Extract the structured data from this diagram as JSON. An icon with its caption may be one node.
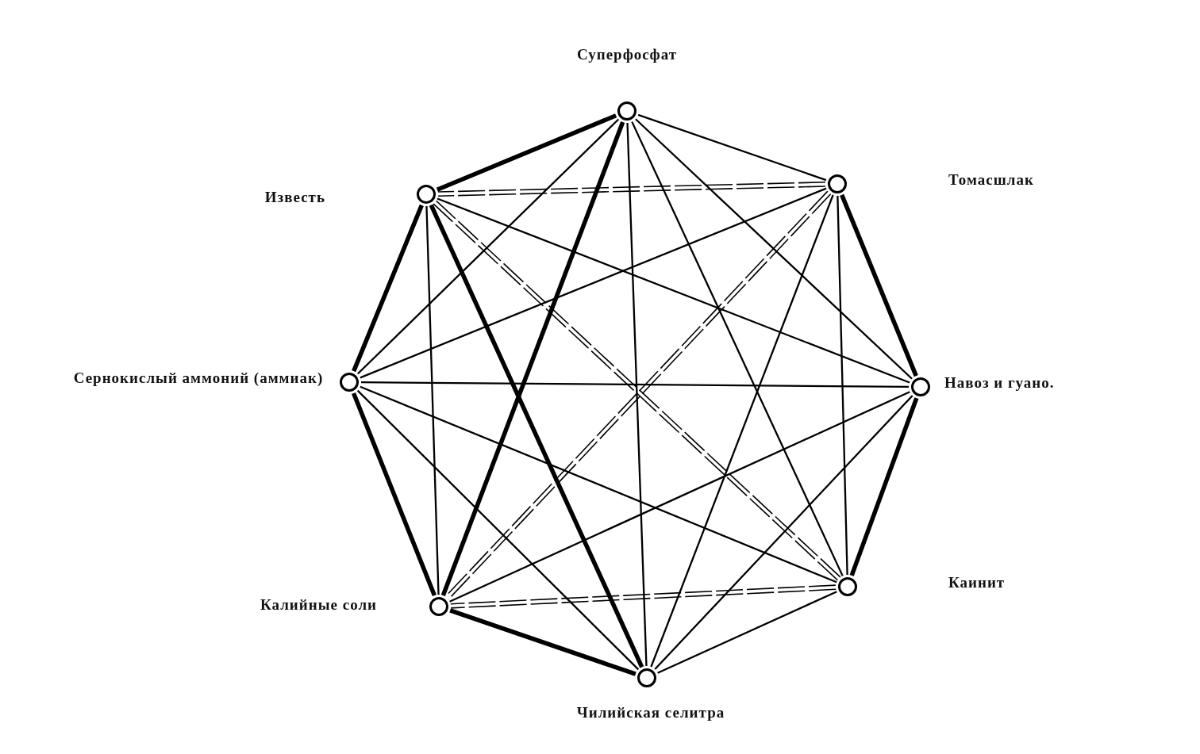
{
  "diagram": {
    "nodes": [
      {
        "text": [],
        "shape": "circle"
      },
      {
        "text": [],
        "shape": "circle"
      },
      {
        "text": [],
        "shape": "circle"
      },
      {
        "text": [],
        "shape": "circle"
      },
      {
        "text": [],
        "shape": "circle"
      },
      {
        "text": [],
        "shape": "circle"
      },
      {
        "text": [],
        "shape": "circle"
      },
      {
        "text": [],
        "shape": "circle"
      }
    ],
    "edges": [
      {
        "from": 0,
        "to": 1,
        "arrow": "none"
      },
      {
        "from": 0,
        "to": 2,
        "arrow": "none"
      },
      {
        "from": 0,
        "to": 3,
        "arrow": "none"
      },
      {
        "from": 0,
        "to": 4,
        "arrow": "none"
      },
      {
        "from": 0,
        "to": 5,
        "arrow": "none",
        "style": "thick"
      },
      {
        "from": 0,
        "to": 6,
        "arrow": "none"
      },
      {
        "from": 0,
        "to": 7,
        "arrow": "none",
        "style": "thick"
      },
      {
        "from": 1,
        "to": 2,
        "arrow": "none",
        "style": "thick"
      },
      {
        "from": 1,
        "to": 3,
        "arrow": "none"
      },
      {
        "from": 1,
        "to": 4,
        "arrow": "none"
      },
      {
        "from": 1,
        "to": 5,
        "arrow": "none",
        "style": "dashed"
      },
      {
        "from": 1,
        "to": 6,
        "arrow": "none"
      },
      {
        "from": 1,
        "to": 7,
        "arrow": "none",
        "style": "dashed"
      },
      {
        "from": 2,
        "to": 3,
        "arrow": "none",
        "style": "thick"
      },
      {
        "from": 2,
        "to": 4,
        "arrow": "none"
      },
      {
        "from": 2,
        "to": 5,
        "arrow": "none"
      },
      {
        "from": 2,
        "to": 6,
        "arrow": "none"
      },
      {
        "from": 2,
        "to": 7,
        "arrow": "none"
      },
      {
        "from": 3,
        "to": 4,
        "arrow": "none"
      },
      {
        "from": 3,
        "to": 5,
        "arrow": "none",
        "style": "dashed"
      },
      {
        "from": 3,
        "to": 6,
        "arrow": "none"
      },
      {
        "from": 3,
        "to": 7,
        "arrow": "none",
        "style": "dashed"
      },
      {
        "from": 4,
        "to": 5,
        "arrow": "none",
        "style": "thick"
      },
      {
        "from": 4,
        "to": 6,
        "arrow": "none"
      },
      {
        "from": 4,
        "to": 7,
        "arrow": "none",
        "style": "thick"
      },
      {
        "from": 5,
        "to": 6,
        "arrow": "none",
        "style": "thick"
      },
      {
        "from": 5,
        "to": 7,
        "arrow": "none"
      },
      {
        "from": 6,
        "to": 7,
        "arrow": "none",
        "style": "thick"
      }
    ],
    "labels": [
      "Суперфосфат",
      "Томасшлак",
      "Известь",
      "Навоз и гуано.",
      "Сернокислый аммоний (аммиак)",
      "Каинит",
      "Калийные соли",
      "Чилийская селитра"
    ]
  }
}
